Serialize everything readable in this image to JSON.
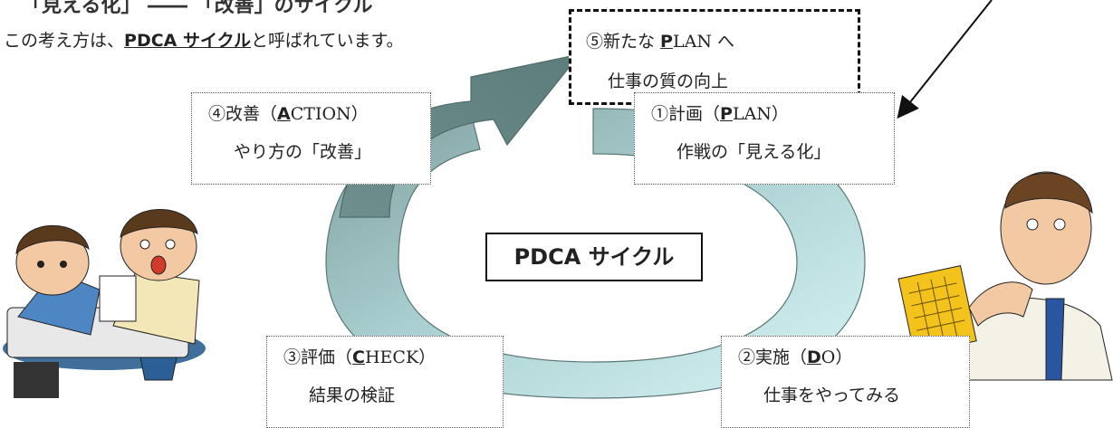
{
  "intro": {
    "top_cut": "「見える化」 ―― 「改善」のサイクル",
    "line_prefix": "この考え方は、",
    "line_link": "PDCA サイクル",
    "line_suffix": "と呼ばれています。"
  },
  "center": {
    "label": "PDCA サイクル"
  },
  "steps": [
    {
      "num": "①計画（",
      "key": "P",
      "rest": "LAN）",
      "desc": "作戦の「見える化」"
    },
    {
      "num": "②実施（",
      "key": "D",
      "rest": "O）",
      "desc": "仕事をやってみる"
    },
    {
      "num": "③評価（",
      "key": "C",
      "rest": "HECK）",
      "desc": "結果の検証"
    },
    {
      "num": "④改善（",
      "key": "A",
      "rest": "CTION）",
      "desc": "やり方の「改善」"
    },
    {
      "num": "⑤新たな ",
      "key": "P",
      "rest": "LAN へ",
      "desc": "仕事の質の向上"
    }
  ],
  "colors": {
    "cycle_dark": "#6f8f8f",
    "cycle_light": "#b9e4e8",
    "border": "#555555"
  },
  "icons": [
    "cycle-arrow-graphic",
    "pointer-arrow",
    "two-men-discussing-illustration",
    "man-with-calendar-illustration"
  ]
}
